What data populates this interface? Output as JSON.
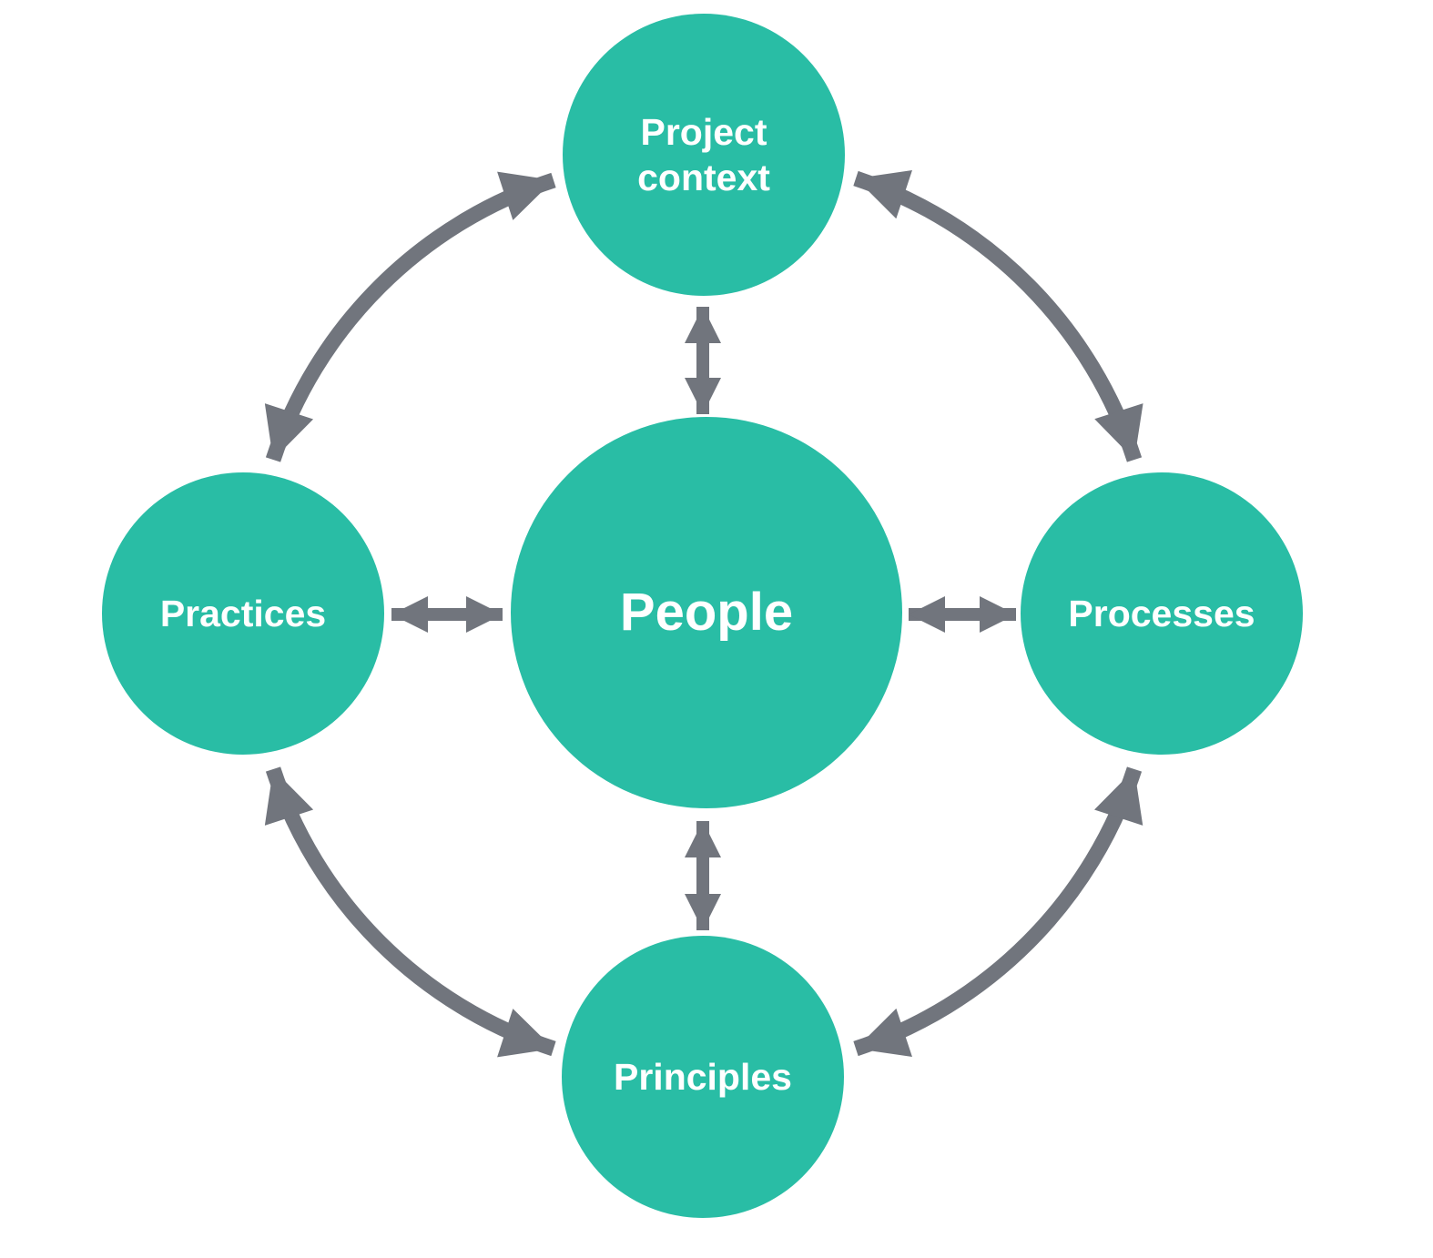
{
  "diagram": {
    "nodes": {
      "center": {
        "label": "People"
      },
      "top": {
        "label": "Project context"
      },
      "right": {
        "label": "Processes"
      },
      "bottom": {
        "label": "Principles"
      },
      "left": {
        "label": "Practices"
      }
    },
    "connections": [
      {
        "from": "People",
        "to": "Project context",
        "style": "straight",
        "bidirectional": true
      },
      {
        "from": "People",
        "to": "Processes",
        "style": "straight",
        "bidirectional": true
      },
      {
        "from": "People",
        "to": "Principles",
        "style": "straight",
        "bidirectional": true
      },
      {
        "from": "People",
        "to": "Practices",
        "style": "straight",
        "bidirectional": true
      },
      {
        "from": "Practices",
        "to": "Project context",
        "style": "curved",
        "bidirectional": true
      },
      {
        "from": "Project context",
        "to": "Processes",
        "style": "curved",
        "bidirectional": true
      },
      {
        "from": "Processes",
        "to": "Principles",
        "style": "curved",
        "bidirectional": true
      },
      {
        "from": "Principles",
        "to": "Practices",
        "style": "curved",
        "bidirectional": true
      }
    ],
    "colors": {
      "node_fill": "#29BDA5",
      "arrow": "#71757D",
      "label": "#FFFFFF",
      "background": "#FFFFFF"
    }
  }
}
